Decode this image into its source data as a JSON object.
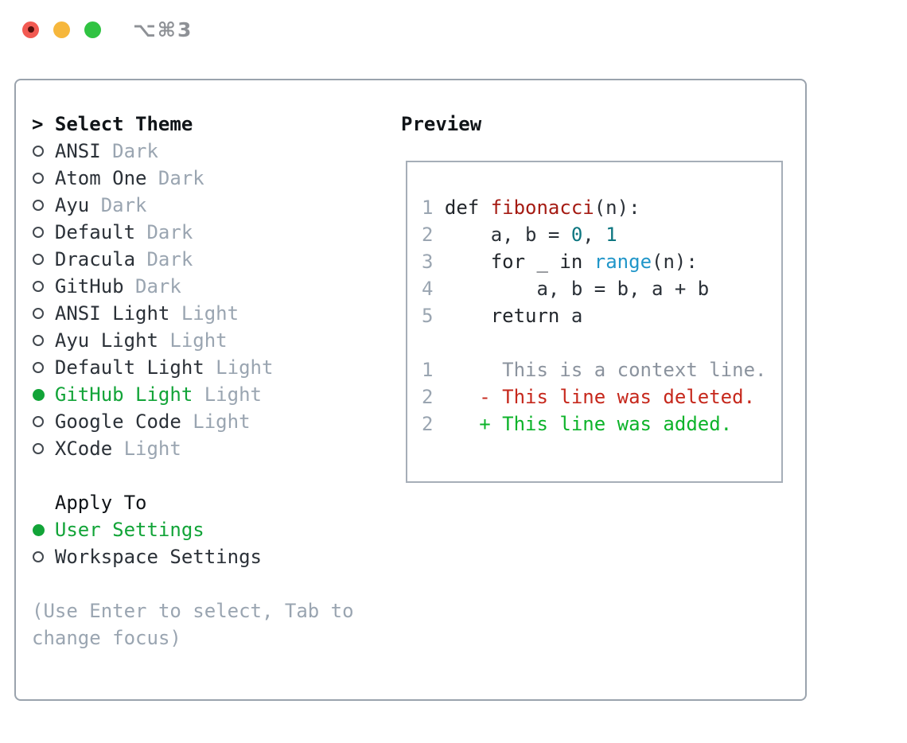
{
  "window": {
    "title": "⌥⌘3",
    "buttons": [
      {
        "name": "close",
        "has_dot": true
      },
      {
        "name": "minimize",
        "has_dot": false
      },
      {
        "name": "zoom",
        "has_dot": false
      }
    ]
  },
  "theme_panel": {
    "header_prefix": ">",
    "header": "Select Theme",
    "themes": [
      {
        "name": "ANSI",
        "variant": "Dark",
        "selected": false
      },
      {
        "name": "Atom One",
        "variant": "Dark",
        "selected": false
      },
      {
        "name": "Ayu",
        "variant": "Dark",
        "selected": false
      },
      {
        "name": "Default",
        "variant": "Dark",
        "selected": false
      },
      {
        "name": "Dracula",
        "variant": "Dark",
        "selected": false
      },
      {
        "name": "GitHub",
        "variant": "Dark",
        "selected": false
      },
      {
        "name": "ANSI Light",
        "variant": "Light",
        "selected": false
      },
      {
        "name": "Ayu Light",
        "variant": "Light",
        "selected": false
      },
      {
        "name": "Default Light",
        "variant": "Light",
        "selected": false
      },
      {
        "name": "GitHub Light",
        "variant": "Light",
        "selected": true
      },
      {
        "name": "Google Code",
        "variant": "Light",
        "selected": false
      },
      {
        "name": "XCode",
        "variant": "Light",
        "selected": false
      }
    ],
    "apply_to": {
      "header": "Apply To",
      "options": [
        {
          "name": "User Settings",
          "selected": true
        },
        {
          "name": "Workspace Settings",
          "selected": false
        }
      ]
    },
    "help_lines": [
      "(Use Enter to select, Tab to",
      "change focus)"
    ]
  },
  "preview": {
    "header": "Preview",
    "code_lines": [
      {
        "num": "1",
        "tokens": [
          {
            "text": "def ",
            "type": "keyword"
          },
          {
            "text": "fibonacci",
            "type": "title"
          },
          {
            "text": "(n):",
            "type": "plain"
          }
        ]
      },
      {
        "num": "2",
        "tokens": [
          {
            "text": "    a, b = ",
            "type": "plain"
          },
          {
            "text": "0",
            "type": "number"
          },
          {
            "text": ", ",
            "type": "plain"
          },
          {
            "text": "1",
            "type": "number"
          }
        ]
      },
      {
        "num": "3",
        "tokens": [
          {
            "text": "    ",
            "type": "plain"
          },
          {
            "text": "for",
            "type": "keyword"
          },
          {
            "text": " _ ",
            "type": "plain"
          },
          {
            "text": "in",
            "type": "keyword"
          },
          {
            "text": " ",
            "type": "plain"
          },
          {
            "text": "range",
            "type": "builtin"
          },
          {
            "text": "(n):",
            "type": "plain"
          }
        ]
      },
      {
        "num": "4",
        "tokens": [
          {
            "text": "        a, b = b, a + b",
            "type": "plain"
          }
        ]
      },
      {
        "num": "5",
        "tokens": [
          {
            "text": "    ",
            "type": "plain"
          },
          {
            "text": "return",
            "type": "keyword"
          },
          {
            "text": " a",
            "type": "plain"
          }
        ]
      },
      {
        "num": "",
        "tokens": []
      },
      {
        "num": "1",
        "tokens": [
          {
            "text": "     This is a context line.",
            "type": "context"
          }
        ]
      },
      {
        "num": "2",
        "tokens": [
          {
            "text": "   - This line was deleted.",
            "type": "deletion"
          }
        ]
      },
      {
        "num": "2",
        "tokens": [
          {
            "text": "   + This line was added.",
            "type": "addition"
          }
        ]
      }
    ]
  },
  "colors": {
    "sel_green": "#12a438",
    "addition": "#0db32a",
    "deletion": "#c6281c",
    "syntax_title": "#a51b13",
    "syntax_number": "#0d7680",
    "syntax_builtin": "#2196c9",
    "code_plain": "#2b3138",
    "code_keyword": "#22262b",
    "context_gray": "#8b939e",
    "muted": "#9aa5b1",
    "text_black": "#101418",
    "text_dark": "#2b3138",
    "ring": "#42484f",
    "panel_border": "#9aa3ad",
    "preview_border": "#a6aeb8",
    "titlebar_text": "#8e9196",
    "tl_red": "#f25a52",
    "tl_red_dot": "#55100c",
    "tl_yellow": "#f6b73c",
    "tl_green": "#30c342"
  }
}
